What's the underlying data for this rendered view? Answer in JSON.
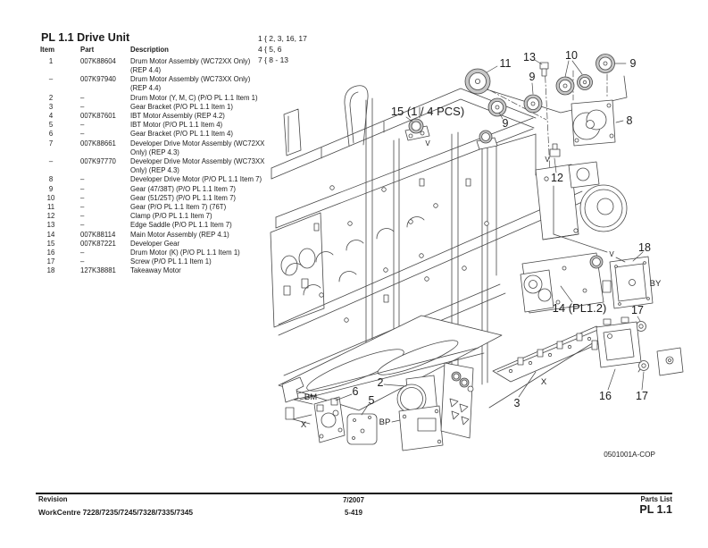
{
  "page_title": "PL 1.1 Drive Unit",
  "table": {
    "headers": {
      "item": "Item",
      "part": "Part",
      "description": "Description"
    },
    "rows": [
      {
        "item": "1",
        "part": "007K88604",
        "desc": "Drum Motor Assembly (WC72XX Only) (REP 4.4)"
      },
      {
        "item": "–",
        "part": "007K97940",
        "desc": "Drum Motor Assembly (WC73XX Only) (REP 4.4)"
      },
      {
        "item": "2",
        "part": "–",
        "desc": "Drum Motor (Y, M, C) (P/O PL 1.1 Item 1)"
      },
      {
        "item": "3",
        "part": "–",
        "desc": "Gear Bracket (P/O PL 1.1 Item 1)"
      },
      {
        "item": "4",
        "part": "007K87601",
        "desc": "IBT Motor Assembly (REP 4.2)"
      },
      {
        "item": "5",
        "part": "–",
        "desc": "IBT Motor (P/O PL 1.1 Item 4)"
      },
      {
        "item": "6",
        "part": "–",
        "desc": "Gear Bracket (P/O PL 1.1 Item 4)"
      },
      {
        "item": "7",
        "part": "007K88661",
        "desc": "Developer Drive Motor Assembly (WC72XX Only) (REP 4.3)"
      },
      {
        "item": "–",
        "part": "007K97770",
        "desc": "Developer Drive Motor Assembly (WC73XX Only) (REP 4.3)"
      },
      {
        "item": "8",
        "part": "–",
        "desc": "Developer Drive Motor (P/O PL 1.1 Item 7)"
      },
      {
        "item": "9",
        "part": "–",
        "desc": "Gear (47/38T) (P/O PL 1.1 Item 7)"
      },
      {
        "item": "10",
        "part": "–",
        "desc": "Gear (51/25T) (P/O PL 1.1 Item 7)"
      },
      {
        "item": "11",
        "part": "–",
        "desc": "Gear (P/O PL 1.1 Item 7) (76T)"
      },
      {
        "item": "12",
        "part": "–",
        "desc": "Clamp (P/O PL 1.1 Item 7)"
      },
      {
        "item": "13",
        "part": "–",
        "desc": "Edge Saddle (P/O PL 1.1 Item 7)"
      },
      {
        "item": "14",
        "part": "007K88114",
        "desc": "Main Motor Assembly (REP 4.1)"
      },
      {
        "item": "15",
        "part": "007K87221",
        "desc": "Developer Gear"
      },
      {
        "item": "16",
        "part": "–",
        "desc": "Drum Motor (K) (P/O PL 1.1 Item 1)"
      },
      {
        "item": "17",
        "part": "–",
        "desc": "Screw (P/O PL 1.1 Item 1)"
      },
      {
        "item": "18",
        "part": "127K38881",
        "desc": "Takeaway Motor"
      }
    ]
  },
  "notes": [
    "1 { 2, 3, 16, 17",
    "4 { 5, 6",
    "7 { 8 - 13"
  ],
  "diagram": {
    "figure_id": "0501001A-COP",
    "callouts": [
      {
        "label": "11"
      },
      {
        "label": "13"
      },
      {
        "label": "10"
      },
      {
        "label": "9"
      },
      {
        "label": "9"
      },
      {
        "label": "9"
      },
      {
        "label": "8"
      },
      {
        "label": "15 (1 / 4 PCS)"
      },
      {
        "label": "12"
      },
      {
        "label": "18"
      },
      {
        "label": "BY"
      },
      {
        "label": "14 (PL1.2)"
      },
      {
        "label": "17"
      },
      {
        "label": "16"
      },
      {
        "label": "17"
      },
      {
        "label": "3"
      },
      {
        "label": "X"
      },
      {
        "label": "2"
      },
      {
        "label": "6"
      },
      {
        "label": "BM"
      },
      {
        "label": "5"
      },
      {
        "label": "X"
      },
      {
        "label": "BP"
      },
      {
        "label": "V"
      },
      {
        "label": "V"
      },
      {
        "label": "V"
      }
    ]
  },
  "footer": {
    "revision_label": "Revision",
    "product_line": "WorkCentre 7228/7235/7245/7328/7335/7345",
    "date": "7/2007",
    "page_number": "5-419",
    "section_label": "Parts List",
    "section_code": "PL 1.1"
  }
}
